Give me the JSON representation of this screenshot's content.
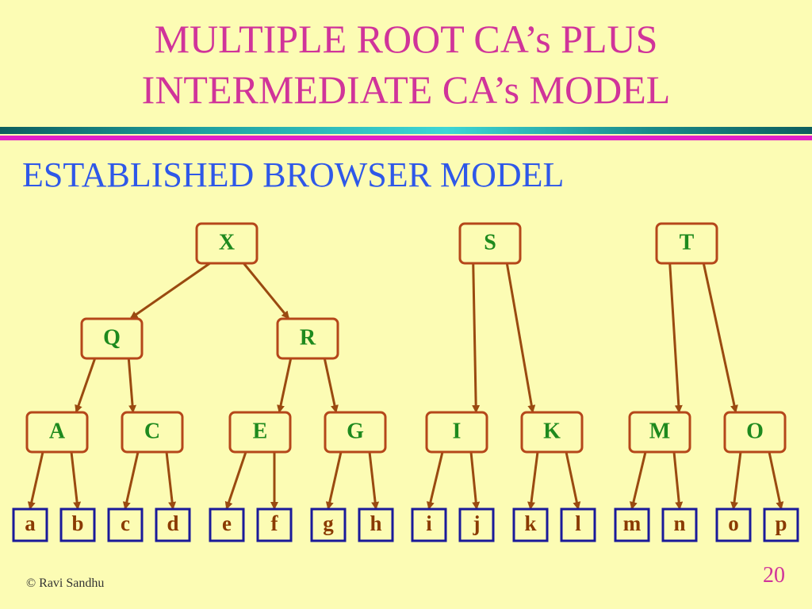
{
  "header": {
    "title_line1": "MULTIPLE ROOT CA’s PLUS",
    "title_line2": "INTERMEDIATE CA’s MODEL",
    "subtitle": "ESTABLISHED BROWSER MODEL"
  },
  "colors": {
    "title": "#d0349a",
    "subtitle": "#2f58e8",
    "node_border": "#b5471a",
    "node_text": "#1e8a1e",
    "arrow": "#9a4a10",
    "leaf_border": "#1a1a9a",
    "leaf_text": "#8a3a00",
    "background": "#fcfcb4"
  },
  "diagram": {
    "roots": [
      "X",
      "S",
      "T"
    ],
    "intermediates": [
      "Q",
      "R"
    ],
    "issuers": [
      "A",
      "C",
      "E",
      "G",
      "I",
      "K",
      "M",
      "O"
    ],
    "leaves": [
      "a",
      "b",
      "c",
      "d",
      "e",
      "f",
      "g",
      "h",
      "i",
      "j",
      "k",
      "l",
      "m",
      "n",
      "o",
      "p"
    ],
    "edges": [
      [
        "X",
        "Q"
      ],
      [
        "X",
        "R"
      ],
      [
        "Q",
        "A"
      ],
      [
        "Q",
        "C"
      ],
      [
        "R",
        "E"
      ],
      [
        "R",
        "G"
      ],
      [
        "S",
        "I"
      ],
      [
        "S",
        "K"
      ],
      [
        "T",
        "M"
      ],
      [
        "T",
        "O"
      ],
      [
        "A",
        "a"
      ],
      [
        "A",
        "b"
      ],
      [
        "C",
        "c"
      ],
      [
        "C",
        "d"
      ],
      [
        "E",
        "e"
      ],
      [
        "E",
        "f"
      ],
      [
        "G",
        "g"
      ],
      [
        "G",
        "h"
      ],
      [
        "I",
        "i"
      ],
      [
        "I",
        "j"
      ],
      [
        "K",
        "k"
      ],
      [
        "K",
        "l"
      ],
      [
        "M",
        "m"
      ],
      [
        "M",
        "n"
      ],
      [
        "O",
        "o"
      ],
      [
        "O",
        "p"
      ]
    ]
  },
  "footer": {
    "copyright": "© Ravi Sandhu",
    "page_number": "20"
  }
}
